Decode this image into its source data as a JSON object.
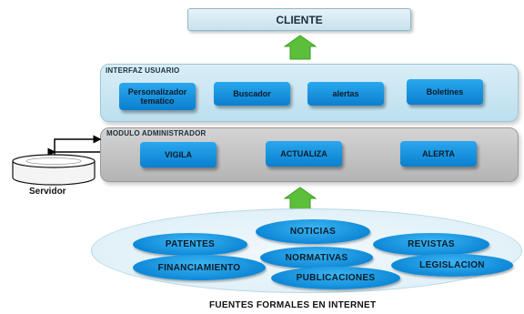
{
  "cliente": "CLIENTE",
  "interfaz": {
    "title": "INTERFAZ USUARIO",
    "items": [
      "Personalizador\ntematico",
      "Buscador",
      "alertas",
      "Boletines"
    ]
  },
  "modulo": {
    "title": "MODULO ADMINISTRADOR",
    "items": [
      "VIGILA",
      "ACTUALIZA",
      "ALERTA"
    ]
  },
  "servidor": "Servidor",
  "fuentes": {
    "items": [
      "NOTICIAS",
      "PATENTES",
      "REVISTAS",
      "NORMATIVAS",
      "FINANCIAMIENTO",
      "LEGISLACION",
      "PUBLICACIONES"
    ],
    "title": "FUENTES FORMALES EN INTERNET"
  },
  "colors": {
    "arrow_green": "#5cbf3a",
    "pill_blue": "#1596e0",
    "ui_layer": "#c9e6f2",
    "admin_layer": "#c2c2c2"
  },
  "icons": [
    "house-arrow-icon",
    "database-cylinder-icon",
    "connector-arrow-icon"
  ]
}
